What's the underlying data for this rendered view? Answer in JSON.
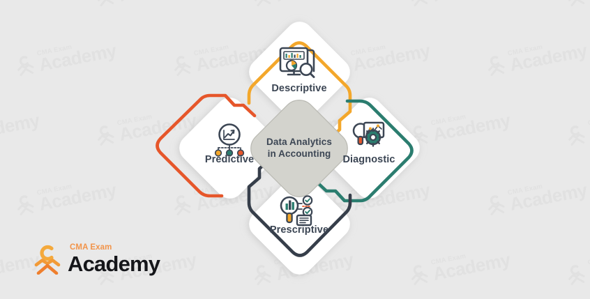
{
  "background": {
    "color": "#e9e9e9",
    "watermark_text_small": "CMA Exam",
    "watermark_text_big": "Academy",
    "watermark_color": "#e1e1e1"
  },
  "center": {
    "line1": "Data Analytics",
    "line2": "in Accounting",
    "fill": "#d3d3cd",
    "stroke": "#b9b9b2",
    "text_color": "#3c4654"
  },
  "nodes": [
    {
      "id": "descriptive",
      "label": "Descriptive",
      "position": "top",
      "accent": "#f3a72b",
      "icon": "dashboard-magnifier-icon"
    },
    {
      "id": "diagnostic",
      "label": "Diagnostic",
      "position": "right",
      "accent": "#2b7d6f",
      "icon": "chart-gear-magnifier-icon"
    },
    {
      "id": "prescriptive",
      "label": "Prescriptive",
      "position": "bottom",
      "accent": "#363e4a",
      "icon": "magnifier-checklist-icon"
    },
    {
      "id": "predictive",
      "label": "Predictive",
      "position": "left",
      "accent": "#e6562a",
      "icon": "trend-nodes-icon"
    }
  ],
  "palette": {
    "amber": "#f3a72b",
    "teal": "#2b7d6f",
    "orange_red": "#e6562a",
    "dark_slate": "#363e4a",
    "card_white": "#ffffff",
    "label_text": "#3c4654"
  },
  "logo": {
    "small_text": "CMA Exam",
    "big_text": "Academy",
    "small_color": "#f2944a",
    "big_color": "#15161a",
    "mark_color_top": "#f4a93c",
    "mark_color_bottom": "#ef7f2e"
  }
}
